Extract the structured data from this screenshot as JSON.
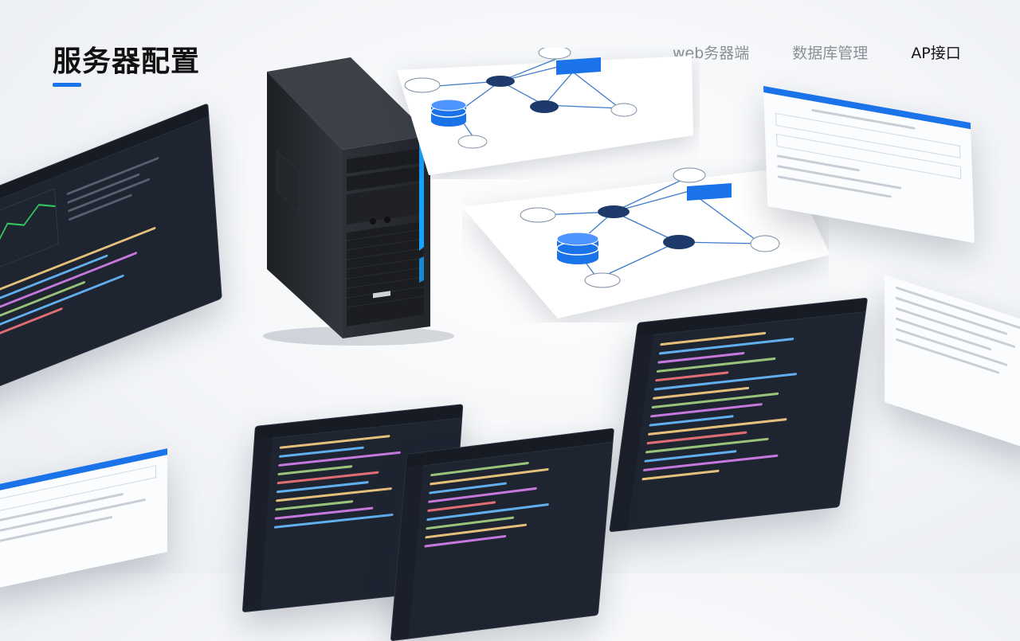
{
  "header": {
    "title": "服务器配置",
    "accent_color": "#1a73e8"
  },
  "nav": {
    "items": [
      {
        "label": "web务器端",
        "active": false
      },
      {
        "label": "数据库管理",
        "active": false
      },
      {
        "label": "AP接口",
        "active": true
      }
    ]
  },
  "colors": {
    "background": "#f3f5f8",
    "code_background": "#1e2430",
    "server_body": "#2a2d33",
    "server_led": "#19a3ff"
  },
  "icons": [
    "server-tower-icon",
    "database-icon",
    "network-diagram-icon"
  ]
}
